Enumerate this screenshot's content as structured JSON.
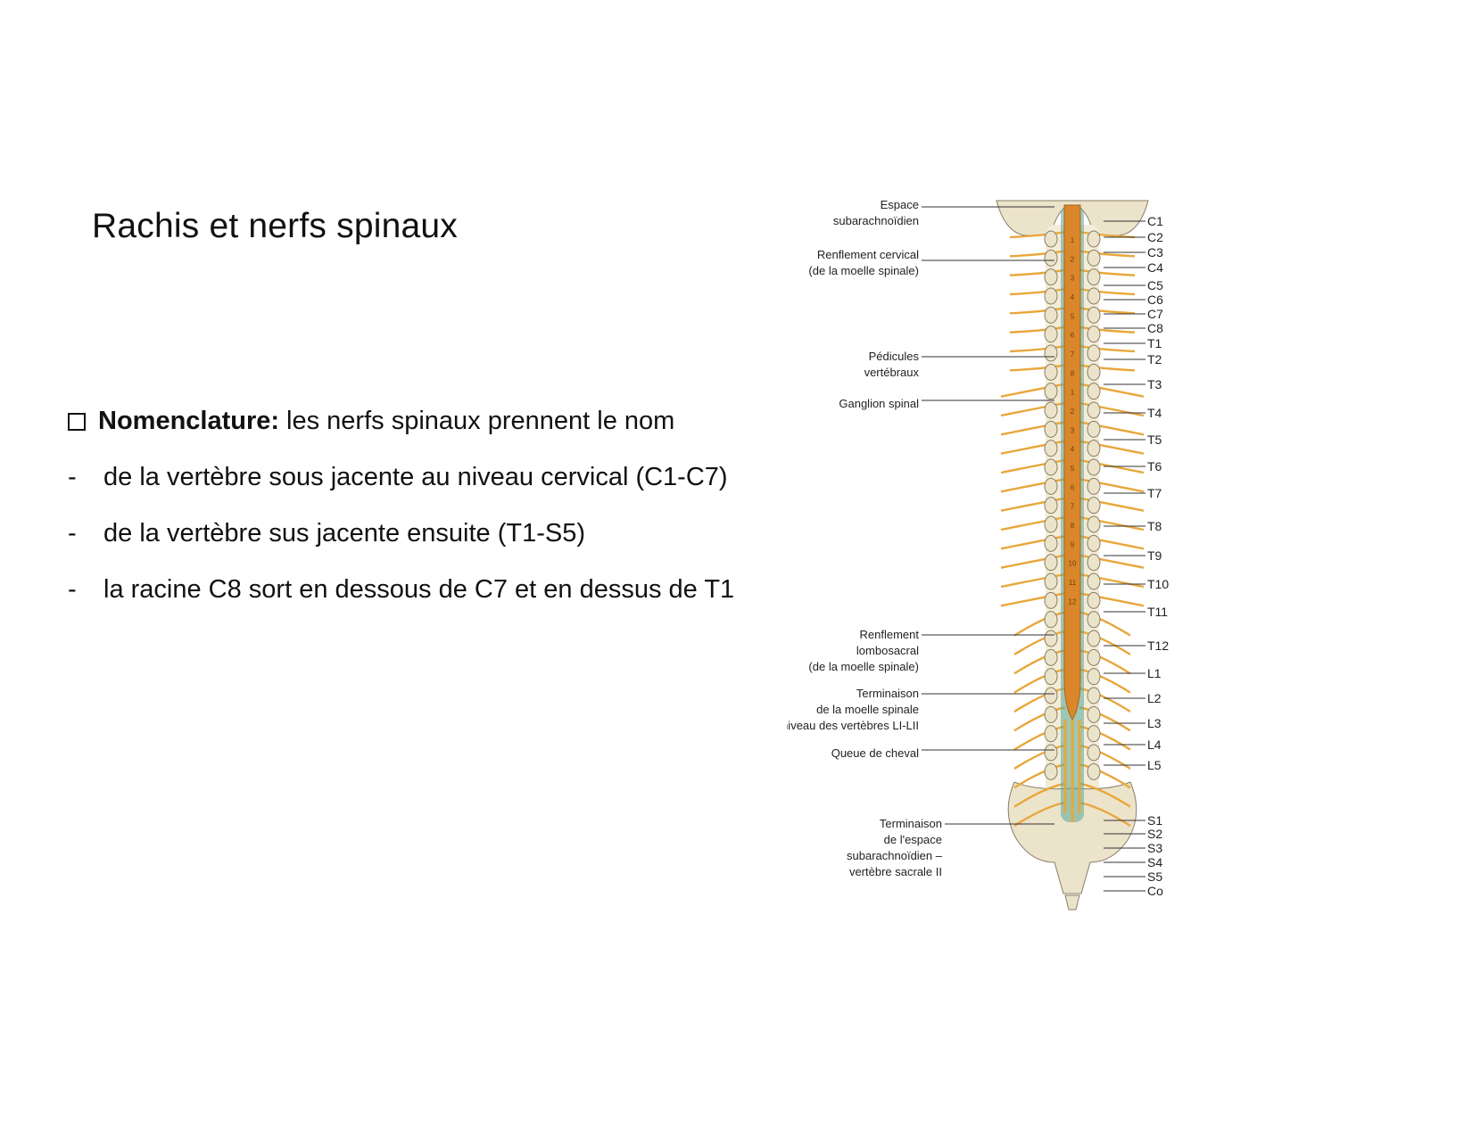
{
  "slide": {
    "title": "Rachis et nerfs spinaux",
    "intro_bold": "Nomenclature:",
    "intro_rest": " les nerfs spinaux prennent le nom",
    "bullets": [
      "de la vertèbre sous jacente au niveau cervical (C1-C7)",
      "de la vertèbre sus jacente ensuite (T1-S5)",
      "la racine C8 sort en dessous de C7 et en dessus de T1"
    ],
    "bullet_marker": "-"
  },
  "figure": {
    "left_labels": [
      [
        "Espace",
        "subarachnoïdien"
      ],
      [
        "Renflement cervical",
        "(de la moelle spinale)"
      ],
      [
        "Pédicules",
        "vertébraux"
      ],
      [
        "Ganglion spinal"
      ],
      [
        "Renflement",
        "lombosacral",
        "(de la moelle spinale)"
      ],
      [
        "Terminaison",
        "de la moelle spinale",
        "au niveau des vertèbres LI-LII"
      ],
      [
        "Queue de cheval"
      ],
      [
        "Terminaison",
        "de l'espace",
        "subarachnoïdien –",
        "vertèbre sacrale II"
      ]
    ],
    "levels": [
      "C1",
      "C2",
      "C3",
      "C4",
      "C5",
      "C6",
      "C7",
      "C8",
      "T1",
      "T2",
      "T3",
      "T4",
      "T5",
      "T6",
      "T7",
      "T8",
      "T9",
      "T10",
      "T11",
      "T12",
      "L1",
      "L2",
      "L3",
      "L4",
      "L5",
      "S1",
      "S2",
      "S3",
      "S4",
      "S5",
      "Co"
    ],
    "segment_numbers": [
      "1",
      "2",
      "3",
      "4",
      "5",
      "6",
      "7",
      "8",
      "1",
      "2",
      "3",
      "4",
      "5",
      "6",
      "7",
      "8",
      "9",
      "10",
      "11",
      "12"
    ],
    "colors": {
      "nerve": "#e8a73a",
      "cord": "#d9872a",
      "bone": "#ece3cb",
      "bone_outline": "#8a7d66",
      "csf": "#58a89a",
      "leader": "#333333"
    }
  }
}
